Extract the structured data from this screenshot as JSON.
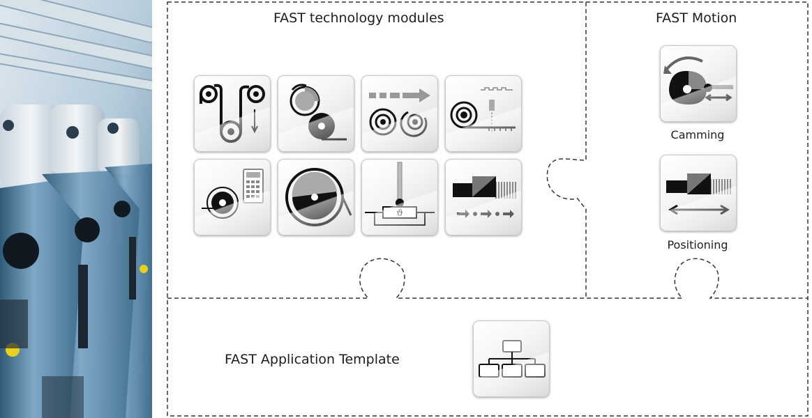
{
  "sections": {
    "technology_modules": {
      "title": "FAST technology modules"
    },
    "motion": {
      "title": "FAST Motion",
      "camming_label": "Camming",
      "positioning_label": "Positioning"
    },
    "application_template": {
      "title": "FAST Application Template"
    }
  },
  "icons": {
    "tech_modules": [
      "dancer-icon",
      "winder-icon",
      "cross-cutter-icon",
      "register-control-icon",
      "tension-calculator-icon",
      "winder-diameter-icon",
      "temperature-control-icon",
      "flying-saw-icon"
    ],
    "motion": [
      "camming-icon",
      "positioning-icon"
    ],
    "template": "flowchart-icon"
  },
  "colors": {
    "border_dash": "#333333",
    "icon_black": "#111111",
    "icon_gray": "#888888",
    "photo_blue": "#6f9fc0"
  }
}
